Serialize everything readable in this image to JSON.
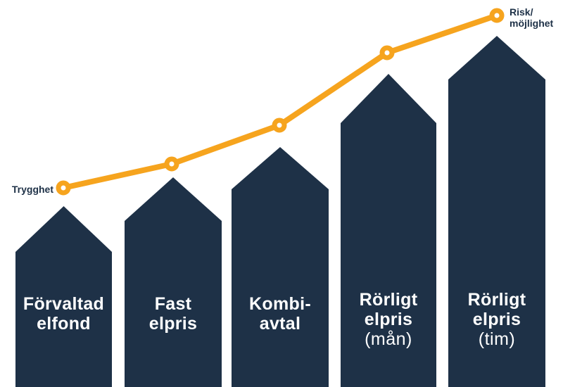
{
  "chart_data": {
    "type": "line",
    "categories": [
      "Förvaltad elfond",
      "Fast elpris",
      "Kombi-avtal",
      "Rörligt elpris (mån)",
      "Rörligt elpris (tim)"
    ],
    "series": [
      {
        "name": "Risk/möjlighet",
        "values": [
          0,
          0.14,
          0.36,
          0.78,
          1.0
        ]
      }
    ],
    "value_note": "relative 0–1 scale estimated from marker heights; no numeric axis shown",
    "bar_heights_relative": [
      0.51,
      0.6,
      0.68,
      0.89,
      1.0
    ],
    "annotations": [
      {
        "text": "Trygghet",
        "position": "line-start-left"
      },
      {
        "text": "Risk/möjlighet",
        "position": "line-end-right"
      }
    ],
    "axes": "none",
    "grid": false,
    "legend": "none",
    "marker_style": "orange ring with white center"
  },
  "bars": [
    {
      "lines": [
        "Förvaltad",
        "elfond"
      ]
    },
    {
      "lines": [
        "Fast",
        "elpris"
      ]
    },
    {
      "lines": [
        "Kombi-",
        "avtal"
      ]
    },
    {
      "lines": [
        "Rörligt",
        "elpris",
        "(mån)"
      ]
    },
    {
      "lines": [
        "Rörligt",
        "elpris",
        "(tim)"
      ]
    }
  ],
  "annotations": {
    "trygghet": "Trygghet",
    "risk_line1": "Risk/",
    "risk_line2": "möjlighet"
  },
  "colors": {
    "navy": "#1E3147",
    "orange": "#F6A41E",
    "bar_label_text": "#FFFFFF",
    "background": "#FFFFFF"
  }
}
